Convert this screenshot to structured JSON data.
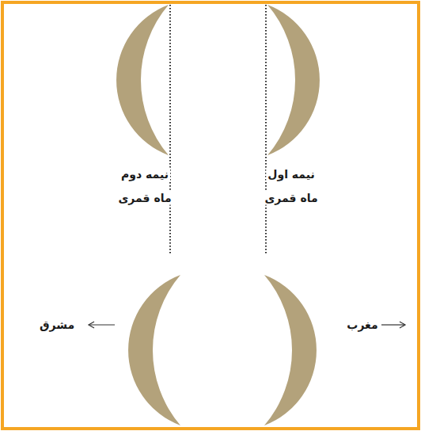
{
  "diagram": {
    "labels": [
      "نیمه اول",
      "ماه قمری",
      "نیمه دوم",
      "ماه قمری",
      "مغرب",
      "مشرق"
    ]
  }
}
